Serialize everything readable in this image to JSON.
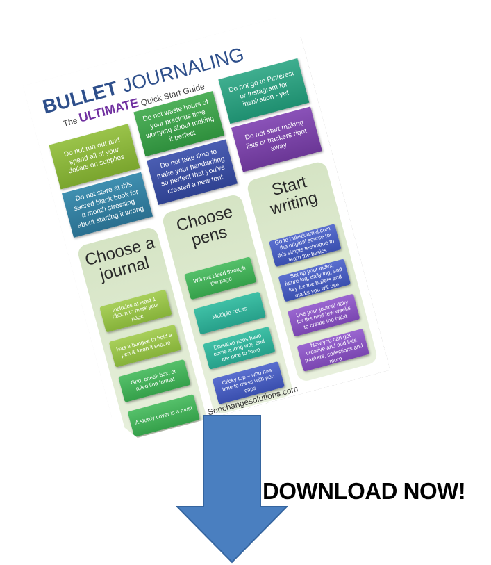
{
  "guide": {
    "title_bold": "BULLET",
    "title_rest": "JOURNALING",
    "subtitle_pre": "The",
    "subtitle_highlight": "ULTIMATE",
    "subtitle_post": "Quick Start Guide",
    "tips": [
      "Do not run out and spend all of your dollars on supplies",
      "Do not waste hours of your precious time worrying about making it perfect",
      "Do not go to Pinterest or Instagram for inspiration - yet",
      "Do not stare at this sacred blank book for a month stressing about starting it wrong",
      "Do not take time to make your handwriting so perfect that you've created a new font",
      "Do not start making lists or trackers right away"
    ],
    "columns": [
      {
        "heading": "Choose a journal",
        "items": [
          "Includes at least 1 ribbon to mark your page",
          "Has a bungee to hold a pen & keep it secure",
          "Grid, check box, or ruled line format",
          "A sturdy cover is a must"
        ]
      },
      {
        "heading": "Choose pens",
        "items": [
          "Will not bleed through the page",
          "Multiple colors",
          "Erasable pens have come a long way and are nice to have",
          "Clicky top – who has time to mess with pen caps"
        ]
      },
      {
        "heading": "Start writing",
        "items": [
          "Go to bulletjournal.com - the original source for this simple technique to learn the basics",
          "Set up your index, future log, daily log, and key for the bullets and marks you will use",
          "Use your journal daily for the next few weeks to create the habit",
          "Now you can get creative and add lists, trackers, collections and more"
        ]
      }
    ],
    "footer": "Sonchangesolutions.com"
  },
  "cta": {
    "label": "DOWNLOAD NOW!"
  },
  "colors": {
    "arrow_fill": "#4a7fc0",
    "arrow_stroke": "#35659f",
    "title_blue": "#2e4f8b",
    "ultimate_purple": "#7030a0"
  }
}
